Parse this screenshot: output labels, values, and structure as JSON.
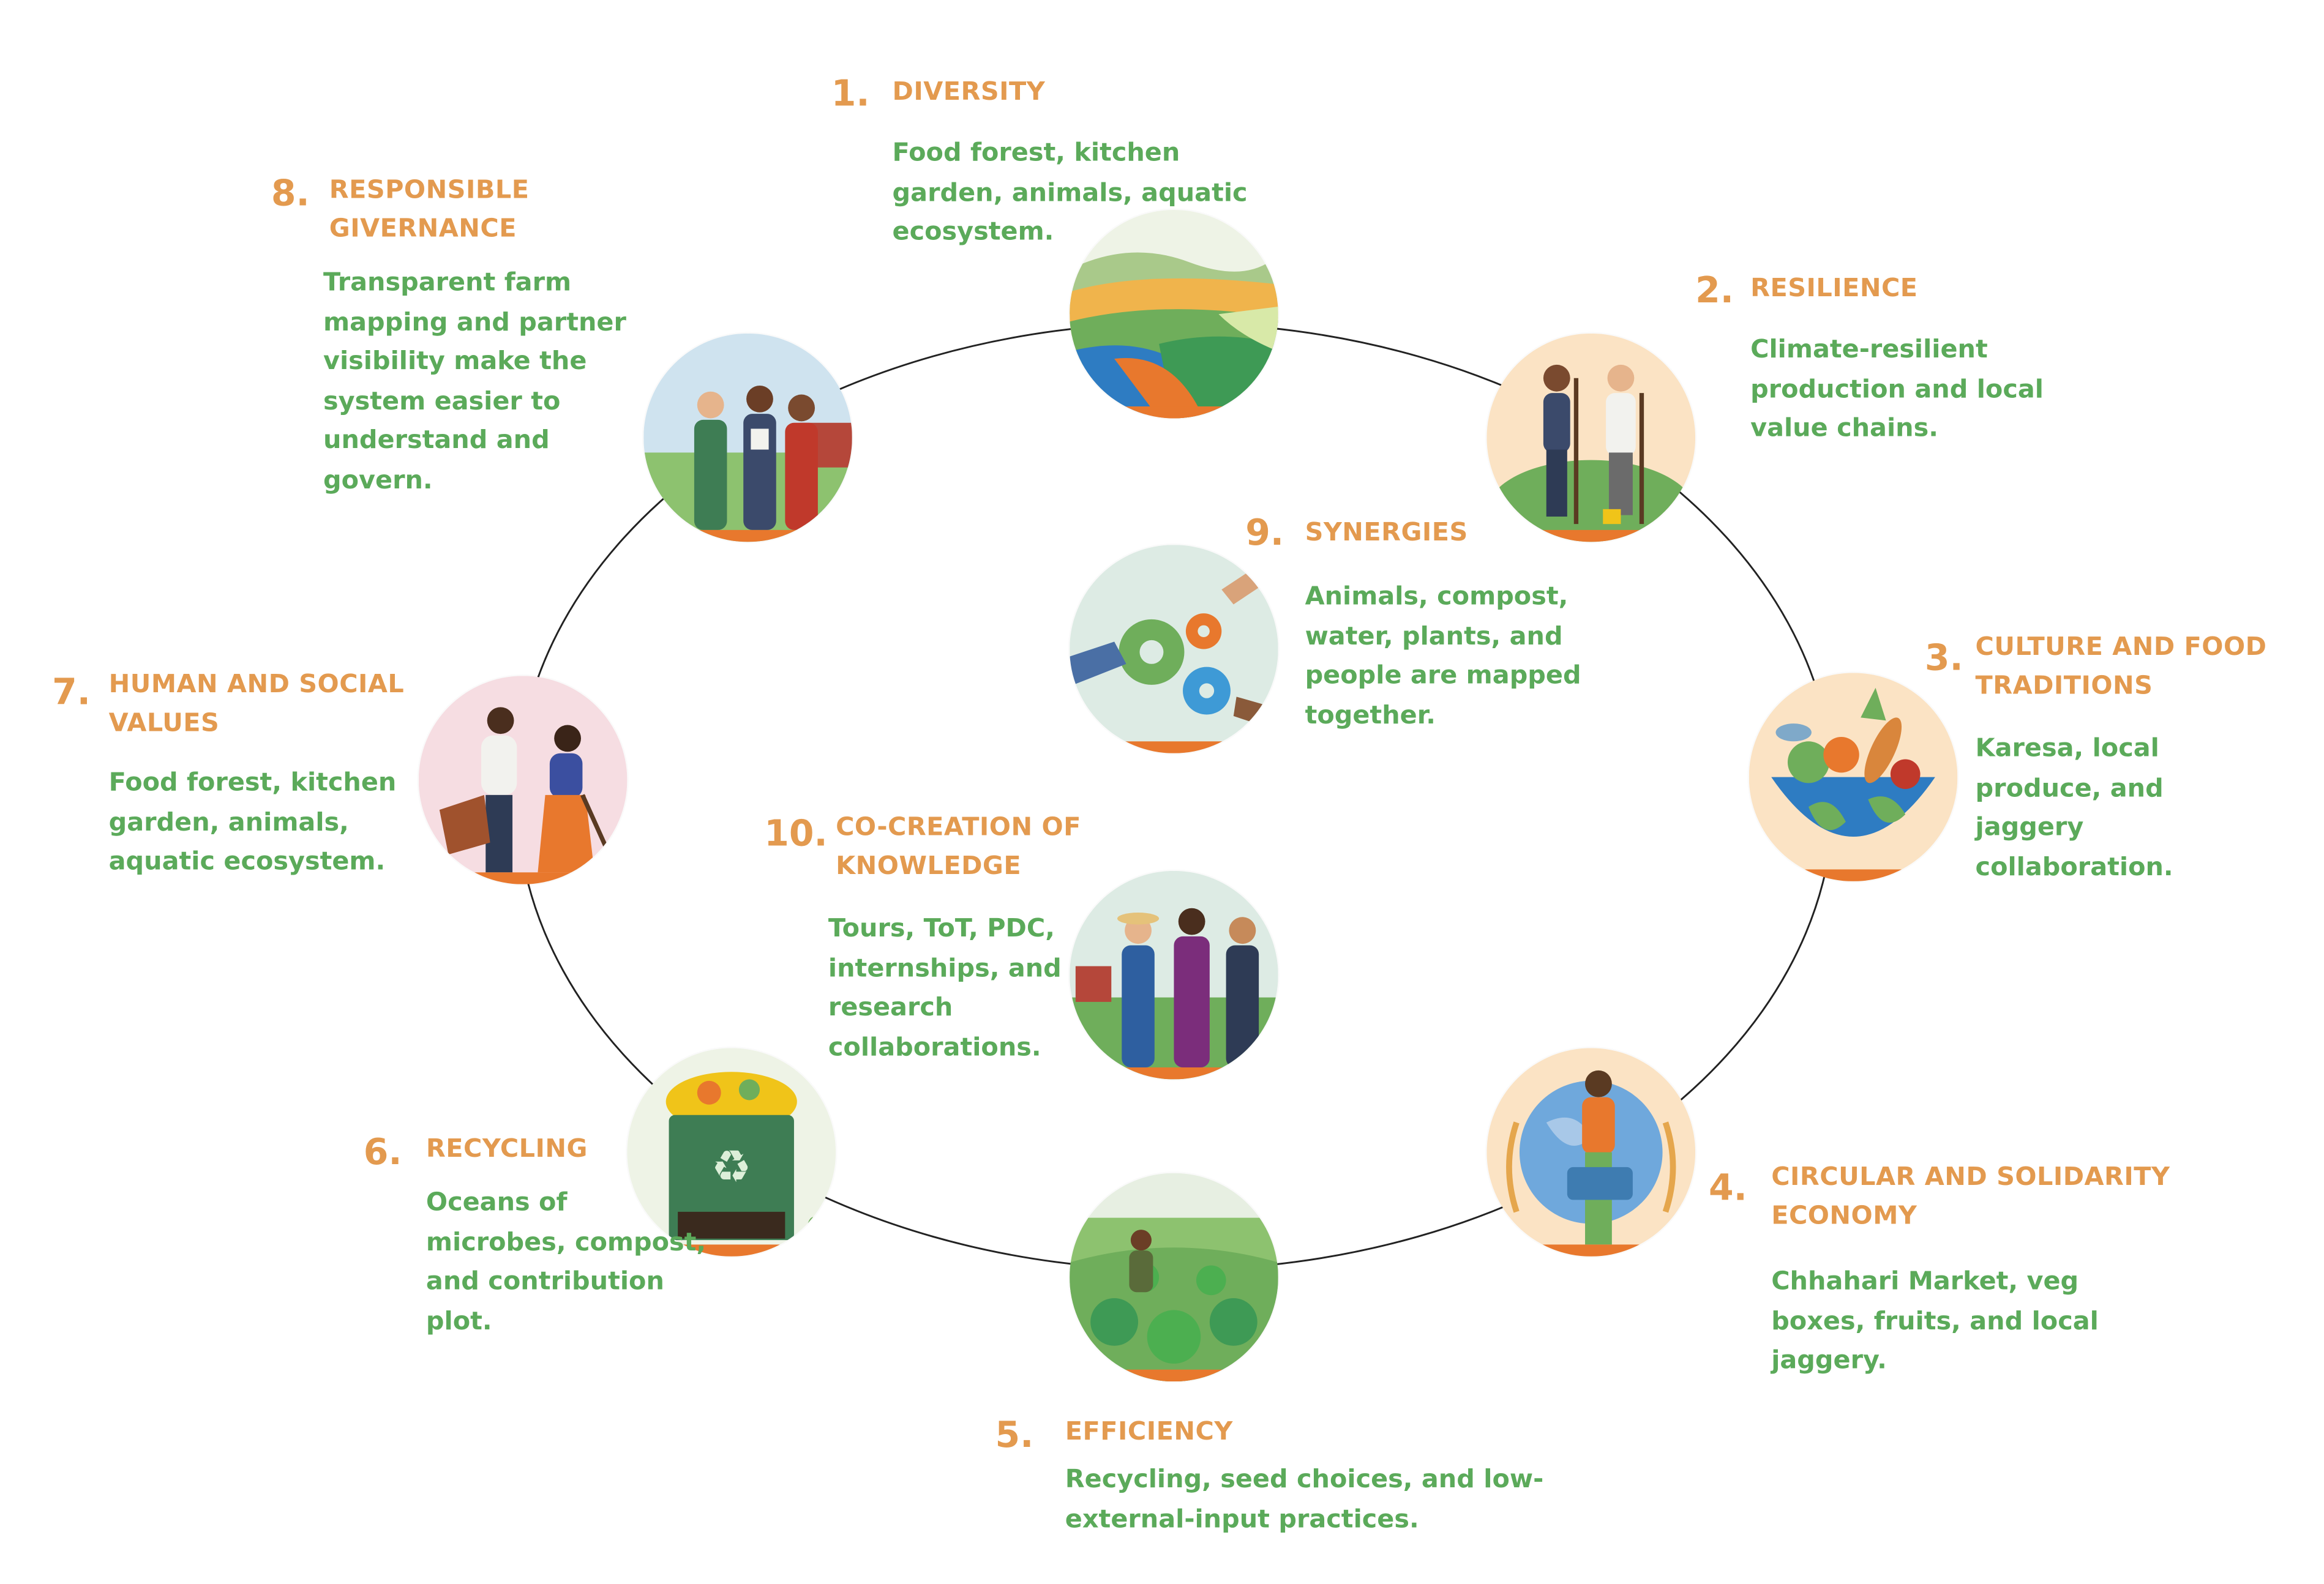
{
  "colors": {
    "title": "#E39A4F",
    "description": "#5BAA5A",
    "ring": "#222222",
    "circle_base": "#E8782D"
  },
  "principles": [
    {
      "number": "1.",
      "title": "DIVERSITY",
      "description": "Food forest, kitchen garden, animals, aquatic ecosystem.",
      "icon": "landscape-fields-icon"
    },
    {
      "number": "2.",
      "title": "RESILIENCE",
      "description": "Climate-resilient production and local value chains.",
      "icon": "farmers-with-tools-icon"
    },
    {
      "number": "3.",
      "title": "CULTURE AND FOOD TRADITIONS",
      "description": "Karesa, local produce, and jaggery collaboration.",
      "icon": "food-globe-bowl-icon"
    },
    {
      "number": "4.",
      "title": "CIRCULAR AND SOLIDARITY ECONOMY",
      "description": "Chhahari Market, veg boxes, fruits, and local jaggery.",
      "icon": "woman-with-basket-globe-icon"
    },
    {
      "number": "5.",
      "title": "EFFICIENCY",
      "description": "Recycling, seed choices, and low-external-input practices.",
      "icon": "farmer-in-crop-field-icon"
    },
    {
      "number": "6.",
      "title": "RECYCLING",
      "description": "Oceans of microbes, compost, and contribution plot.",
      "icon": "compost-bin-icon"
    },
    {
      "number": "7.",
      "title": "HUMAN AND SOCIAL VALUES",
      "description": "Food forest, kitchen garden, animals, aquatic ecosystem.",
      "icon": "people-working-together-icon"
    },
    {
      "number": "8.",
      "title": "RESPONSIBLE GIVERNANCE",
      "description": "Transparent farm mapping and partner visibility make the system easier to understand and govern.",
      "icon": "farm-stakeholders-icon"
    },
    {
      "number": "9.",
      "title": "SYNERGIES",
      "description": "Animals, compost, water, plants, and people are mapped together.",
      "icon": "hands-with-gears-icon"
    },
    {
      "number": "10.",
      "title": "CO-CREATION OF KNOWLEDGE",
      "description": "Tours, ToT, PDC, internships, and research collaborations.",
      "icon": "people-talking-farm-icon"
    }
  ]
}
